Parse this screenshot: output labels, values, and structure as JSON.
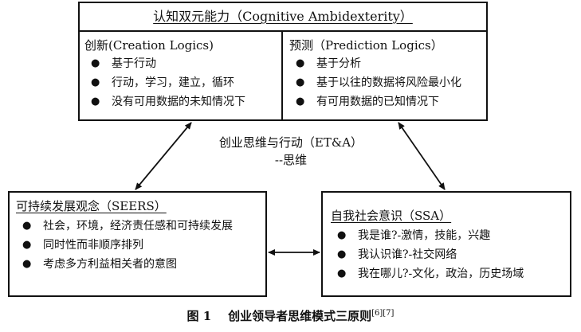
{
  "top_box": {
    "title": "认知双元能力（Cognitive Ambidexterity）",
    "left": {
      "title": "创新(Creation Logics)",
      "items": [
        "基于行动",
        "行动，学习，建立，循环",
        "没有可用数据的未知情况下"
      ]
    },
    "right": {
      "title": "预测（Prediction Logics）",
      "items": [
        "基于分析",
        "基于以往的数据将风险最小化",
        "有可用数据的已知情况下"
      ]
    }
  },
  "center": {
    "line1": "创业思维与行动（ET&A）",
    "line2": "--思维"
  },
  "left_box": {
    "title": "可持续发展观念（SEERS）",
    "items": [
      "社会，环境，经济责任感和可持续发展",
      "同时性而非顺序排列",
      "考虑多方利益相关者的意图"
    ]
  },
  "right_box": {
    "title": "自我社会意识（SSA）",
    "items": [
      "我是谁?-激情，技能，兴趣",
      "我认识谁?-社交网络",
      "我在哪儿?-文化，政治，历史场域"
    ]
  },
  "caption": {
    "label": "图 1",
    "text": "创业领导者思维模式三原则",
    "refs": "[6][7]"
  },
  "bullet_symbol": "●"
}
